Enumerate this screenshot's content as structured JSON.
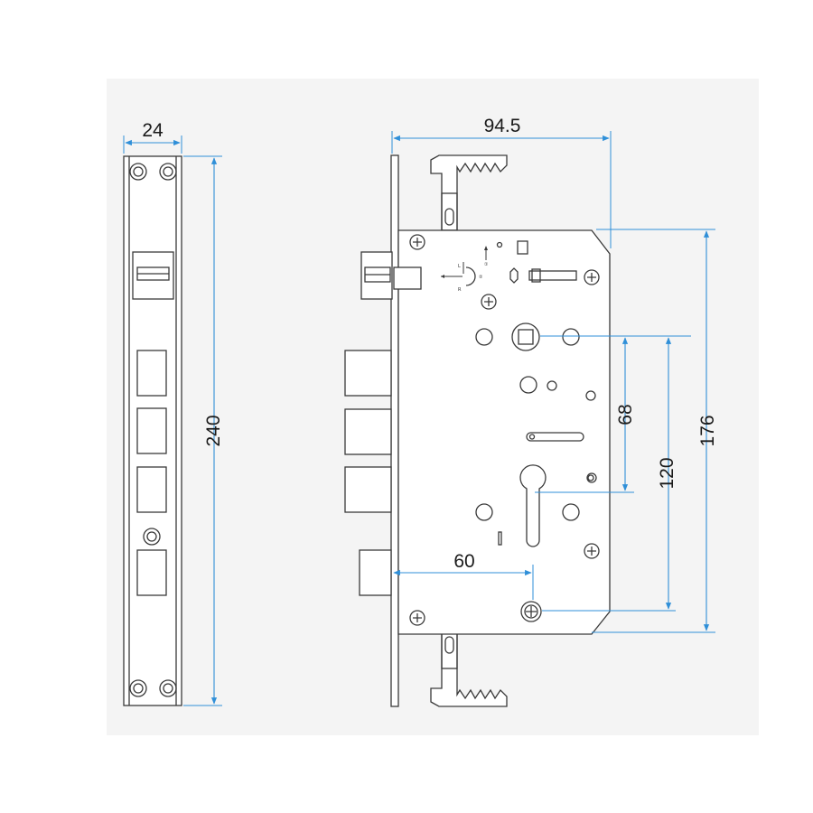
{
  "dimensions": {
    "faceplate_width": "24",
    "faceplate_length": "240",
    "overall_width": "94.5",
    "case_height": "176",
    "spindle_to_cylinder": "68",
    "spindle_to_screw": "120",
    "backset": "60"
  },
  "markings": {
    "left": "L",
    "right": "R",
    "step1": "①",
    "step2": "②"
  },
  "colors": {
    "outline": "#3a3a3a",
    "dimension_line": "#2f8fd8",
    "background": "#f4f4f4"
  }
}
